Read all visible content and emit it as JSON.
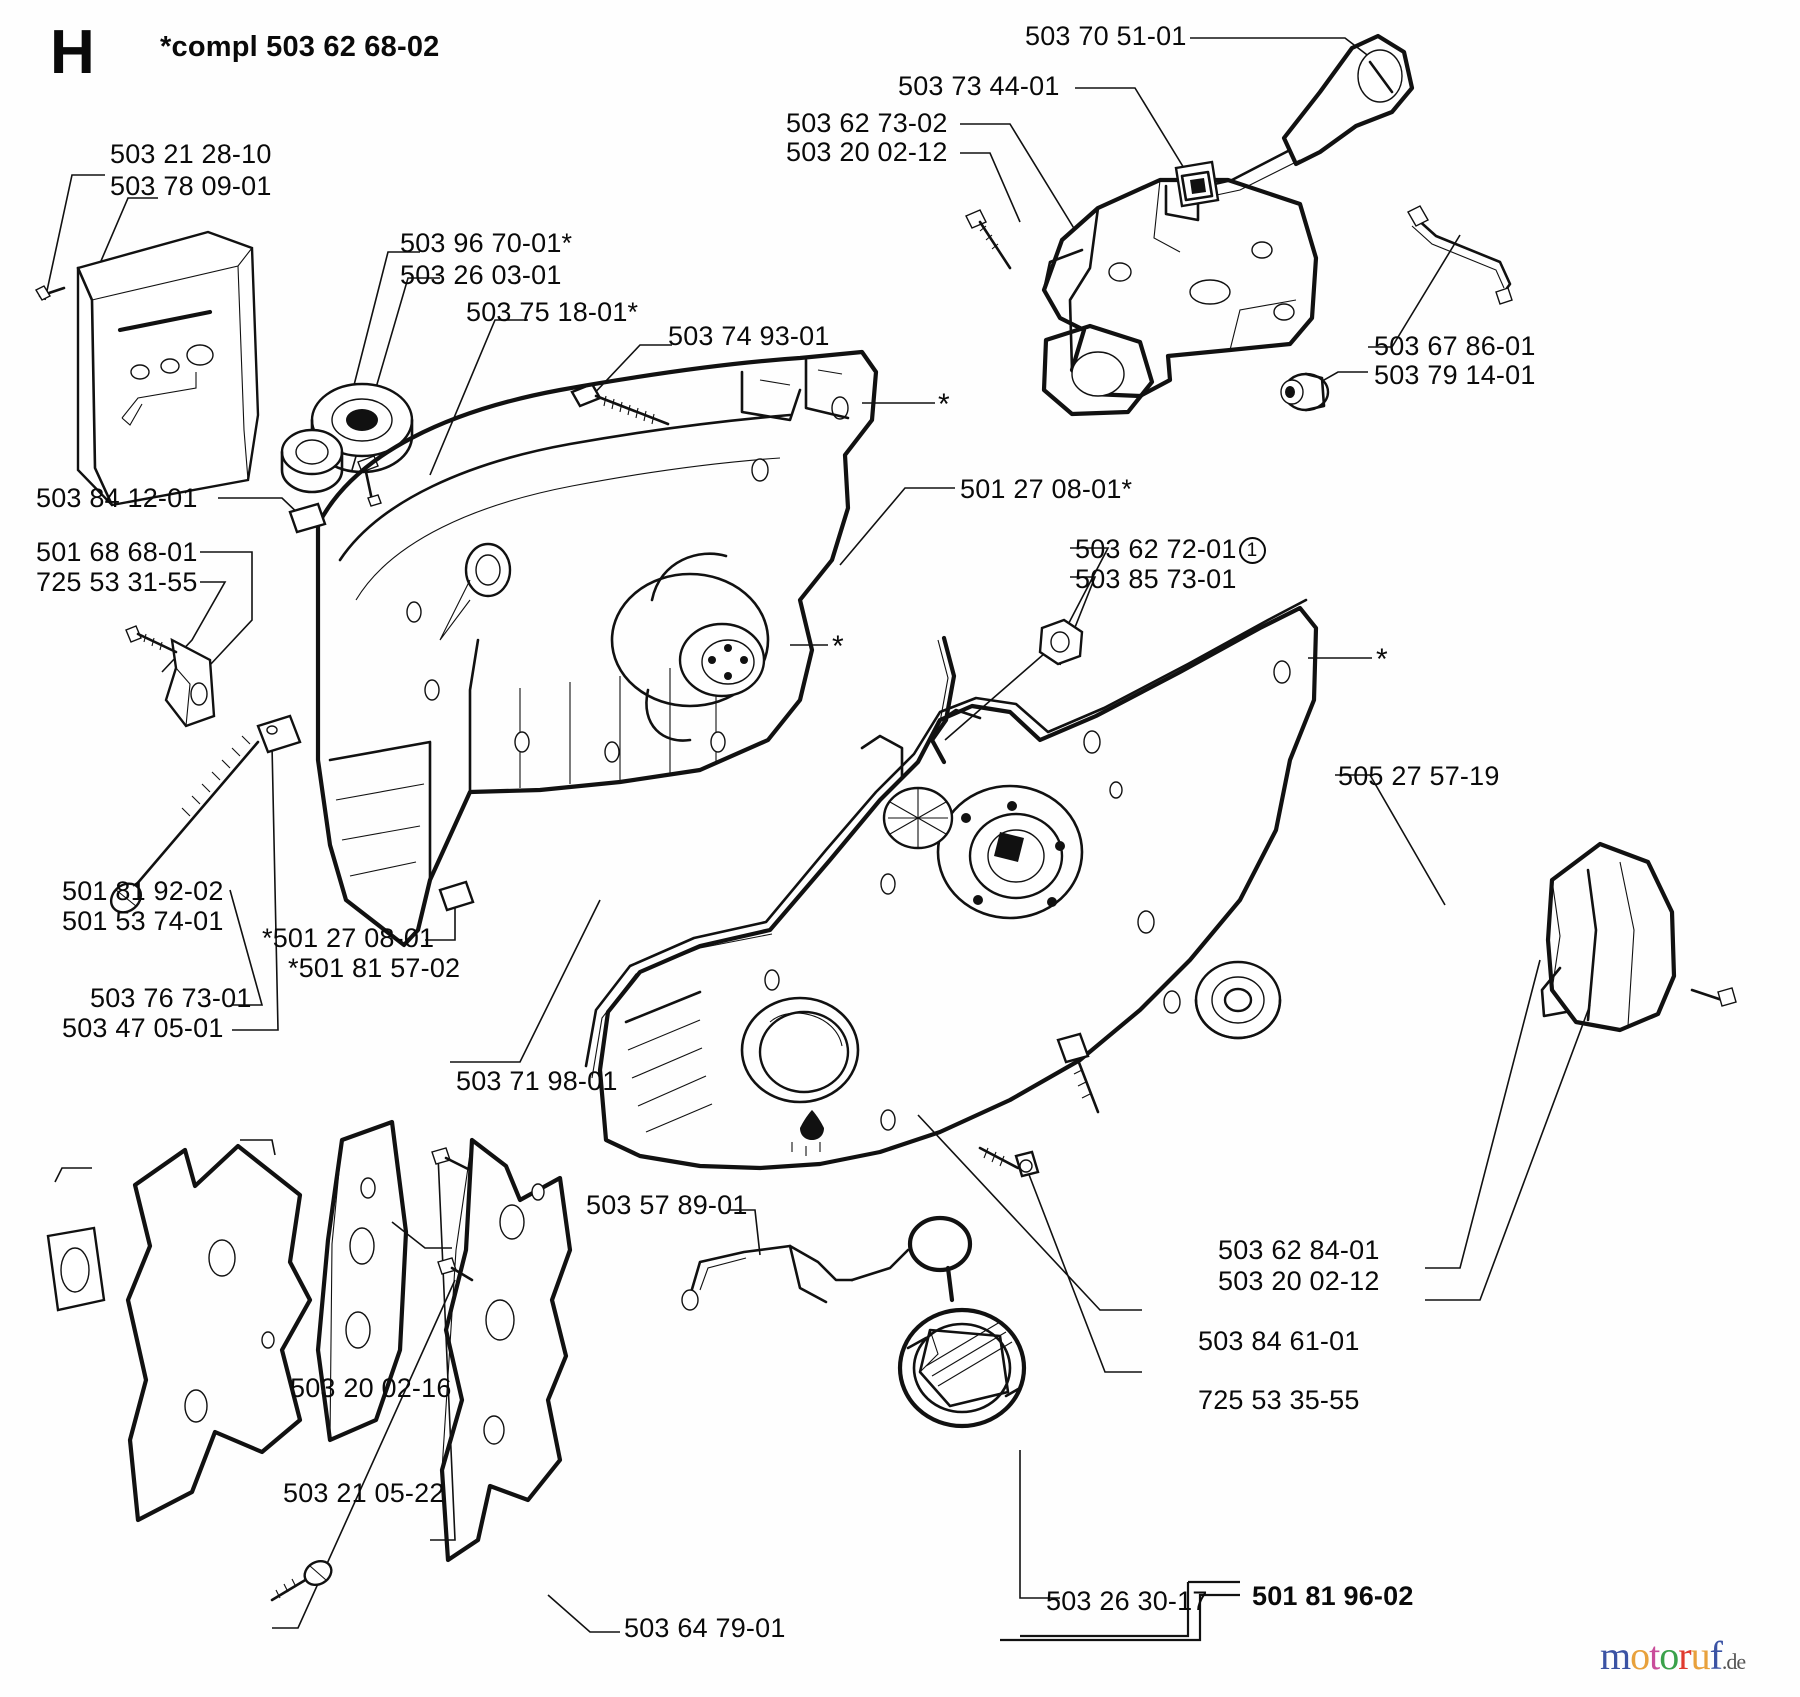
{
  "page": {
    "section_letter": "H",
    "header_note": "*compl 503 62 68-02",
    "watermark": "motoruf.de",
    "watermark_colors": [
      "#3b53a4",
      "#e8a13c",
      "#c94c9a",
      "#3aa14a",
      "#e03b2f",
      "#e8a13c"
    ]
  },
  "labels": {
    "l_503_21_28_10": "503 21 28-10",
    "l_503_78_09_01": "503 78 09-01",
    "l_503_96_70_01": "503 96 70-01*",
    "l_503_26_03_01": "503 26 03-01",
    "l_503_75_18_01": "503 75 18-01*",
    "l_503_74_93_01": "503 74 93-01",
    "l_503_70_51_01": "503 70 51-01",
    "l_503_73_44_01": "503 73 44-01",
    "l_503_62_73_02": "503 62 73-02",
    "l_503_20_02_12_top": "503 20 02-12",
    "l_503_67_86_01": "503 67 86-01",
    "l_503_79_14_01": "503 79 14-01",
    "l_503_84_12_01": "503 84 12-01",
    "l_501_68_68_01": "501 68 68-01",
    "l_725_53_31_55": "725 53 31-55",
    "l_501_27_08_01_star_right": "501 27 08-01*",
    "l_503_62_72_01": "503 62 72-01",
    "l_503_62_72_01_mark": "1",
    "l_503_85_73_01": "503 85 73-01",
    "l_505_27_57_19": "505 27 57-19",
    "l_501_81_92_02": "501 81 92-02",
    "l_501_53_74_01": "501 53 74-01",
    "l_501_27_08_01_star_left": "*501 27 08-01",
    "l_501_81_57_02_star": "*501 81 57-02",
    "l_503_76_73_01": "503 76 73-01",
    "l_503_47_05_01": "503 47 05-01",
    "l_503_71_98_01": "503 71 98-01",
    "l_503_57_89_01": "503 57 89-01",
    "l_503_20_02_16": "503 20 02-16",
    "l_503_21_05_22": "503 21 05-22",
    "l_503_64_79_01": "503 64 79-01",
    "l_503_62_84_01": "503 62 84-01",
    "l_503_20_02_12_right": "503 20 02-12",
    "l_503_84_61_01": "503 84 61-01",
    "l_725_53_35_55": "725 53 35-55",
    "l_503_26_30_17": "503 26 30-17",
    "l_501_81_96_02": "501 81 96-02",
    "star_mark": "*"
  }
}
